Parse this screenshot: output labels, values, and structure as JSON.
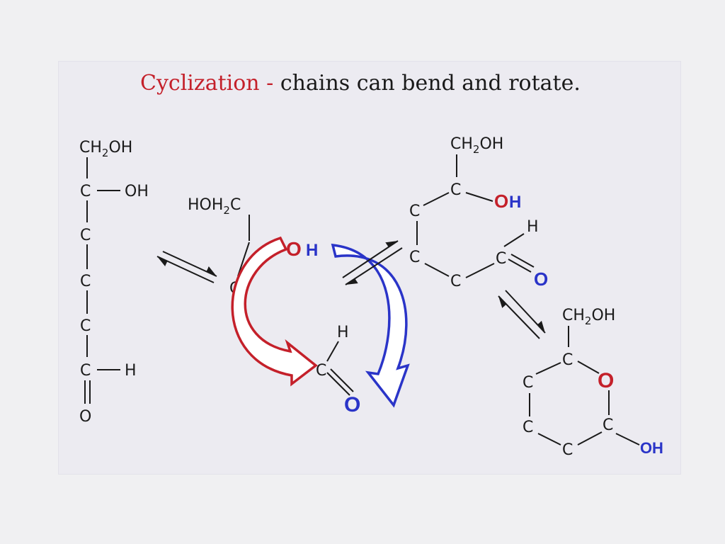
{
  "title": {
    "keyword": "Cyclization",
    "dash": " - ",
    "rest": "chains can bend and rotate."
  },
  "labels": {
    "ch2oh": "CH",
    "sub2": "2",
    "oh": "OH",
    "hoh2c_a": "HOH",
    "hoh2c_c": "C",
    "c": "C",
    "h": "H",
    "o": "O"
  },
  "highlights": {
    "o": "O",
    "h": "H",
    "red": "#c4202a",
    "blue": "#2a34c8"
  }
}
